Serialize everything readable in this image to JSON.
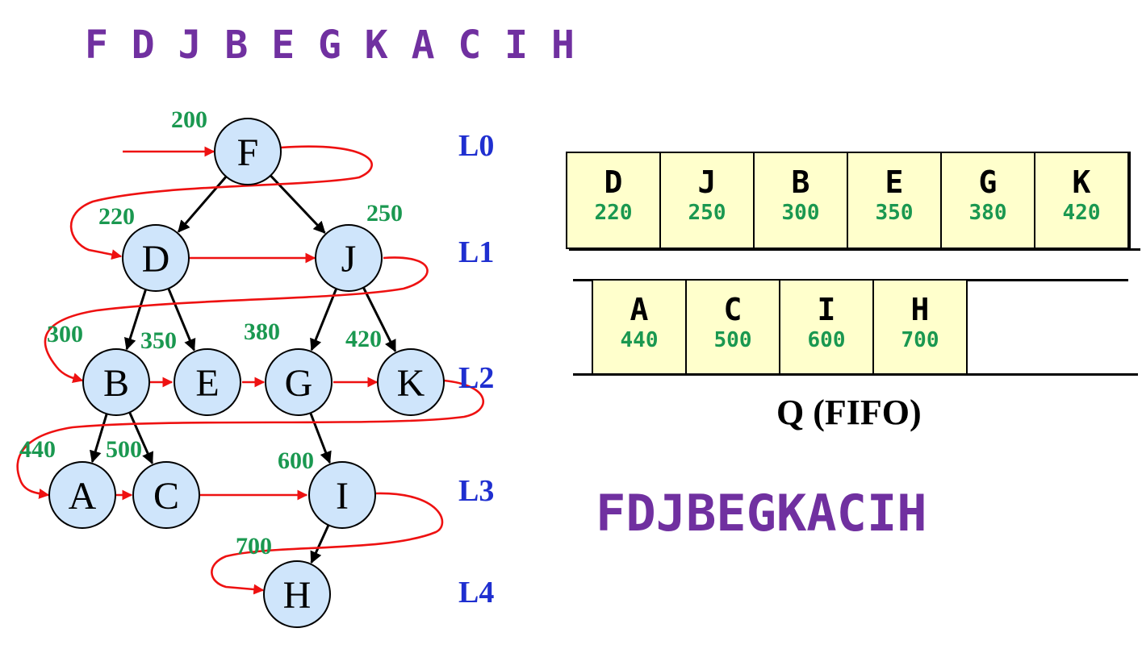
{
  "sequence_top": "F D J B E G K A C I H",
  "sequence_bottom": "FDJBEGKACIH",
  "nodes": [
    {
      "id": "F",
      "key": "200"
    },
    {
      "id": "D",
      "key": "220"
    },
    {
      "id": "J",
      "key": "250"
    },
    {
      "id": "B",
      "key": "300"
    },
    {
      "id": "E",
      "key": "350"
    },
    {
      "id": "G",
      "key": "380"
    },
    {
      "id": "K",
      "key": "420"
    },
    {
      "id": "A",
      "key": "440"
    },
    {
      "id": "C",
      "key": "500"
    },
    {
      "id": "I",
      "key": "600"
    },
    {
      "id": "H",
      "key": "700"
    }
  ],
  "edges": [
    [
      "F",
      "D"
    ],
    [
      "F",
      "J"
    ],
    [
      "D",
      "B"
    ],
    [
      "D",
      "E"
    ],
    [
      "J",
      "G"
    ],
    [
      "J",
      "K"
    ],
    [
      "B",
      "A"
    ],
    [
      "B",
      "C"
    ],
    [
      "G",
      "I"
    ],
    [
      "I",
      "H"
    ]
  ],
  "levels": [
    "L0",
    "L1",
    "L2",
    "L3",
    "L4"
  ],
  "queue": {
    "caption": "Q (FIFO)",
    "row1": [
      {
        "name": "D",
        "key": "220"
      },
      {
        "name": "J",
        "key": "250"
      },
      {
        "name": "B",
        "key": "300"
      },
      {
        "name": "E",
        "key": "350"
      },
      {
        "name": "G",
        "key": "380"
      },
      {
        "name": "K",
        "key": "420"
      }
    ],
    "row2": [
      {
        "name": "A",
        "key": "440"
      },
      {
        "name": "C",
        "key": "500"
      },
      {
        "name": "I",
        "key": "600"
      },
      {
        "name": "H",
        "key": "700"
      }
    ]
  },
  "colors": {
    "sequence": "#7030a0",
    "key_label": "#1a9850",
    "level_label": "#1f2fd0",
    "traversal_path": "#ee1111",
    "node_fill": "#cfe5fb",
    "queue_cell_fill": "#ffffcc"
  }
}
